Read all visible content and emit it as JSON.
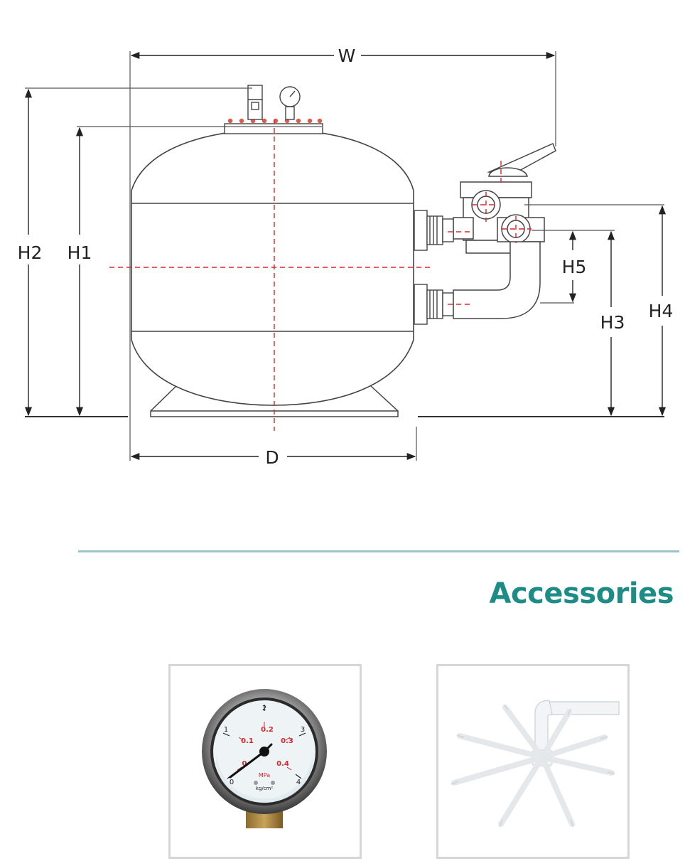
{
  "diagram": {
    "dimension_labels": {
      "w": "W",
      "d": "D",
      "h1": "H1",
      "h2": "H2",
      "h3": "H3",
      "h4": "H4",
      "h5": "H5"
    }
  },
  "section": {
    "title": "Accessories"
  },
  "accessories": [
    {
      "item": "pressure-gauge",
      "dial_labels": {
        "mpa_unit": "MPa",
        "kg_unit": "kg/cm²",
        "mpa_ticks": [
          "0",
          "0.1",
          "0.2",
          "0.3",
          "0.4"
        ],
        "kg_ticks": [
          "0",
          "1",
          "2",
          "3",
          "4"
        ]
      }
    },
    {
      "item": "lateral-hub-assembly"
    }
  ],
  "colors": {
    "accent": "#1e8c86",
    "divider": "#9cc4c9",
    "centerline": "#d9262b",
    "line": "#3a3a3a"
  }
}
